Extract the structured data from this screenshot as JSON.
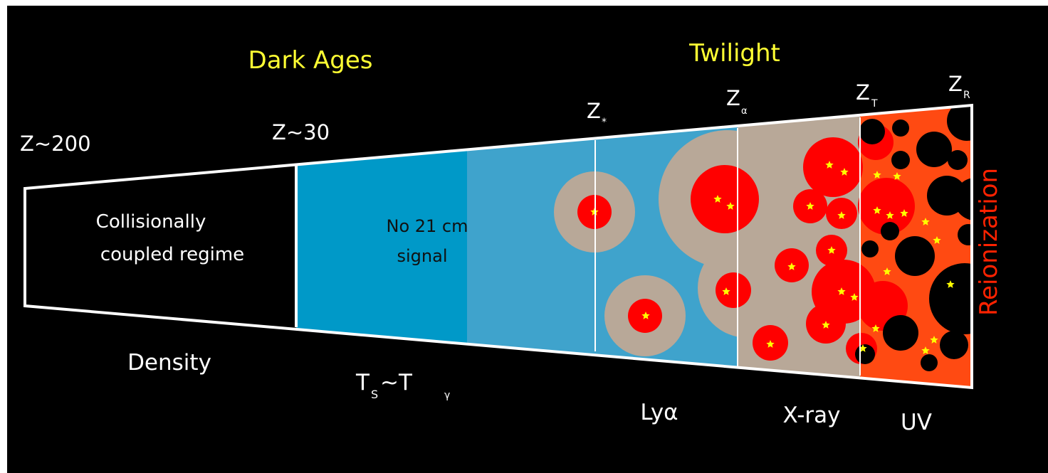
{
  "colors": {
    "background": "#000000",
    "accent_title": "#ffff33",
    "coupled_fill": "#000000",
    "dark_blue": "#0099c8",
    "light_blue": "#3fa3cc",
    "tan": "#b8a898",
    "ionized": "#ff0000",
    "reionized": "#ff4a12",
    "star": "#ffff00",
    "outline": "#ffffff",
    "reionization_text": "#ff2200"
  },
  "titles": {
    "dark_ages": "Dark Ages",
    "twilight": "Twilight"
  },
  "redshift_markers": {
    "z200": "Z~200",
    "z30": "Z~30",
    "z_star": {
      "base": "Z",
      "sub": "*"
    },
    "z_alpha": {
      "base": "Z",
      "sub": "α"
    },
    "z_T": {
      "base": "Z",
      "sub": "T"
    },
    "z_R": {
      "base": "Z",
      "sub": "R"
    }
  },
  "regions": {
    "coupled": {
      "line1": "Collisionally",
      "line2": "coupled regime"
    },
    "no_signal": {
      "line1": "No 21 cm",
      "line2": "signal"
    },
    "reionization": "Reionization"
  },
  "bottom_labels": {
    "density": "Density",
    "ts_tgamma": {
      "t1": "T",
      "s1": "S",
      "mid": "~T",
      "s2": "γ"
    },
    "lya": "Lyα",
    "xray": "X-ray",
    "uv": "UV"
  }
}
